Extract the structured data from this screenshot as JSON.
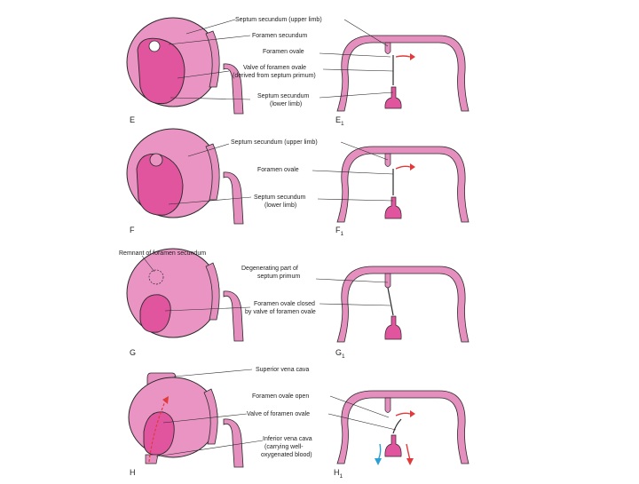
{
  "colors": {
    "pink_outline": "#e58fbf",
    "pink_fill": "#ea94c4",
    "magenta": "#e0559e",
    "stroke": "#2a2a2a",
    "red_arrow": "#e03a3a",
    "blue_arrow": "#2aa0d4"
  },
  "panels": {
    "E": {
      "label": "E",
      "sub_label": "E",
      "sub_index": "1"
    },
    "F": {
      "label": "F",
      "sub_label": "F",
      "sub_index": "1"
    },
    "G": {
      "label": "G",
      "sub_label": "G",
      "sub_index": "1"
    },
    "H": {
      "label": "H",
      "sub_label": "H",
      "sub_index": "1"
    }
  },
  "labels": {
    "e_septum_secundum_upper": "Septum secundum (upper limb)",
    "e_foramen_secundum": "Foramen secundum",
    "e_foramen_ovale": "Foramen ovale",
    "e_valve_line1": "Valve of foramen ovale",
    "e_valve_line2": "(derived from septum primum)",
    "e_septum_secundum_lower_line1": "Septum secundum",
    "e_septum_secundum_lower_line2": "(lower limb)",
    "f_septum_secundum_upper": "Septum secundum (upper limb)",
    "f_foramen_ovale": "Foramen ovale",
    "f_septum_secundum_lower_line1": "Septum secundum",
    "f_septum_secundum_lower_line2": "(lower limb)",
    "g_remnant": "Remnant of foramen secundum",
    "g_degenerating_line1": "Degenerating part of",
    "g_degenerating_line2": "septum primum",
    "g_closed_line1": "Foramen ovale closed",
    "g_closed_line2": "by valve of foramen ovale",
    "h_svc": "Superior vena cava",
    "h_foramen_open": "Foramen ovale open",
    "h_valve": "Valve of foramen ovale",
    "h_ivc_line1": "Inferior vena cava",
    "h_ivc_line2": "(carrying well-",
    "h_ivc_line3": "oxygenated blood)"
  }
}
